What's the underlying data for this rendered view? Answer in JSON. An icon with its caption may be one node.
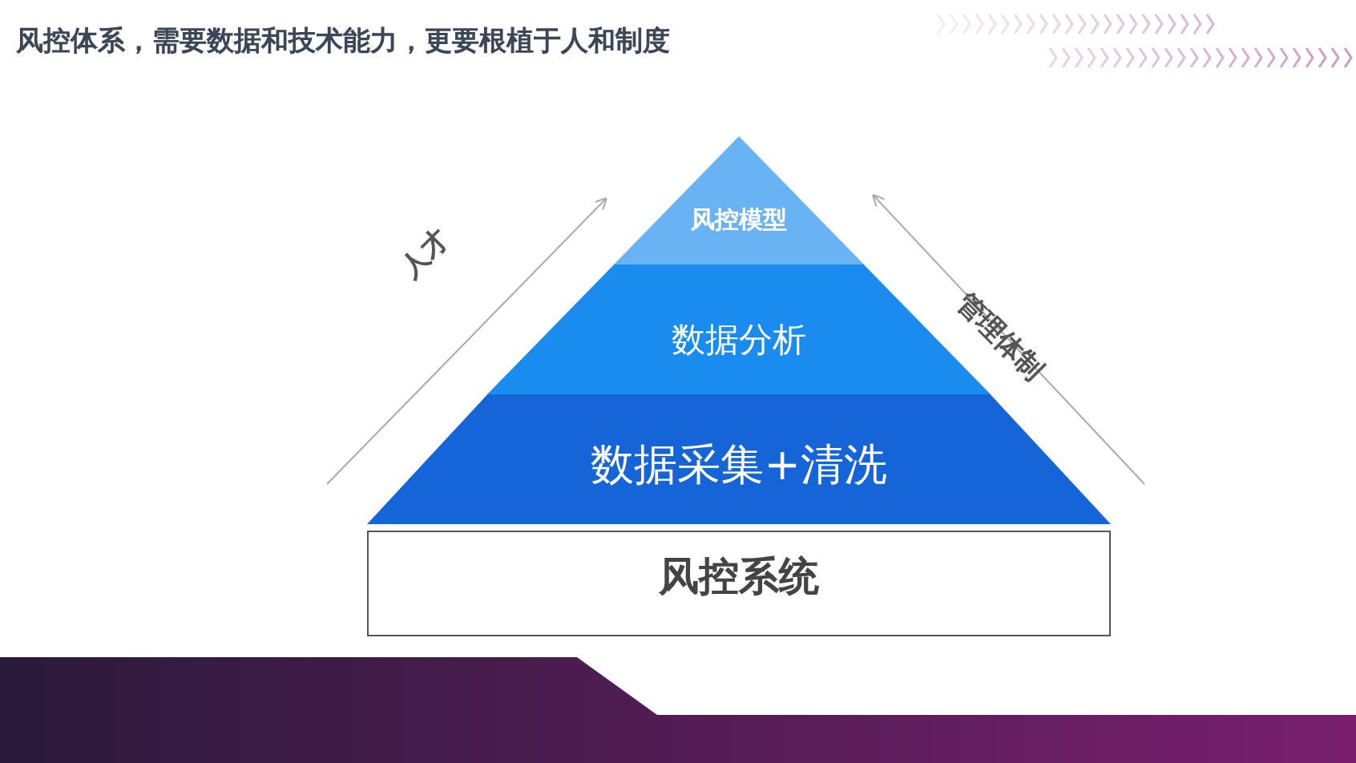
{
  "diagram": {
    "title": "风控体系，需要数据和技术能力，更要根植于人和制度",
    "nodes": [
      {
        "text": [
          "风控模型"
        ]
      },
      {
        "text": [
          "数据分析"
        ]
      },
      {
        "text": [
          "数据采集+清洗"
        ]
      },
      {
        "text": [
          "风控系统"
        ]
      }
    ],
    "edges": [],
    "labels": [
      "人才",
      "管理体制"
    ]
  }
}
